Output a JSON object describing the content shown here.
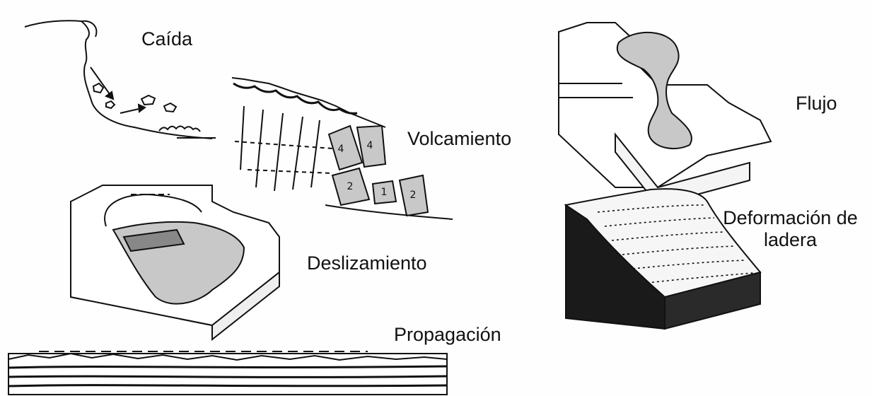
{
  "labels": {
    "caida": "Caída",
    "volcamiento": "Volcamiento",
    "flujo": "Flujo",
    "deslizamiento": "Deslizamiento",
    "deformacion": "Deformación de ladera",
    "propagacion": "Propagación"
  },
  "block_numbers": [
    "4",
    "4",
    "2",
    "1",
    "2"
  ],
  "colors": {
    "ink": "#111111",
    "fill_gray": "#c8c8c8",
    "fill_dark": "#1a1a1a",
    "background": "#fefefe"
  }
}
